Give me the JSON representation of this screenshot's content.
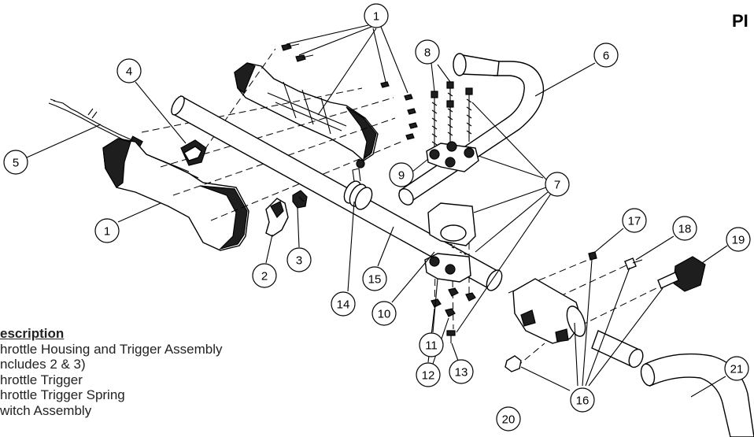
{
  "page": {
    "corner_label": "PI"
  },
  "legend": {
    "header": "escription",
    "lines": [
      "hrottle Housing and Trigger Assembly",
      "ncludes 2 & 3)",
      "hrottle Trigger",
      "hrottle Trigger Spring",
      "witch Assembly"
    ]
  },
  "callouts": [
    {
      "id": "c1a",
      "label": "1"
    },
    {
      "id": "c1b",
      "label": "1"
    },
    {
      "id": "c2",
      "label": "2"
    },
    {
      "id": "c3",
      "label": "3"
    },
    {
      "id": "c4",
      "label": "4"
    },
    {
      "id": "c5",
      "label": "5"
    },
    {
      "id": "c6",
      "label": "6"
    },
    {
      "id": "c7",
      "label": "7"
    },
    {
      "id": "c8",
      "label": "8"
    },
    {
      "id": "c9",
      "label": "9"
    },
    {
      "id": "c10",
      "label": "10"
    },
    {
      "id": "c11",
      "label": "11"
    },
    {
      "id": "c12",
      "label": "12"
    },
    {
      "id": "c13",
      "label": "13"
    },
    {
      "id": "c14",
      "label": "14"
    },
    {
      "id": "c15",
      "label": "15"
    },
    {
      "id": "c16",
      "label": "16"
    },
    {
      "id": "c17",
      "label": "17"
    },
    {
      "id": "c18",
      "label": "18"
    },
    {
      "id": "c19",
      "label": "19"
    },
    {
      "id": "c20",
      "label": "20"
    },
    {
      "id": "c21",
      "label": "21"
    }
  ]
}
